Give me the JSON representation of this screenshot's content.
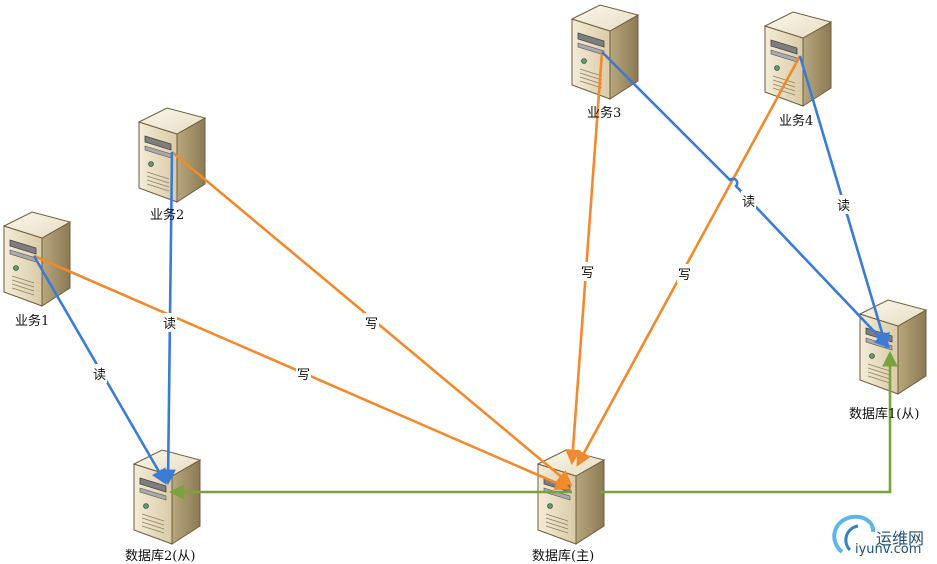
{
  "colors": {
    "write": "#f08a2c",
    "read": "#3a7bd5",
    "replication": "#7ba23f"
  },
  "nodes": {
    "biz1": "业务1",
    "biz2": "业务2",
    "biz3": "业务3",
    "biz4": "业务4",
    "db_master": "数据库(主)",
    "db_slave1": "数据库1(从)",
    "db_slave2": "数据库2(从)"
  },
  "edges": {
    "read": "读",
    "write": "写"
  },
  "watermark": {
    "line1": "运维网",
    "line2": "iyunv.com"
  }
}
